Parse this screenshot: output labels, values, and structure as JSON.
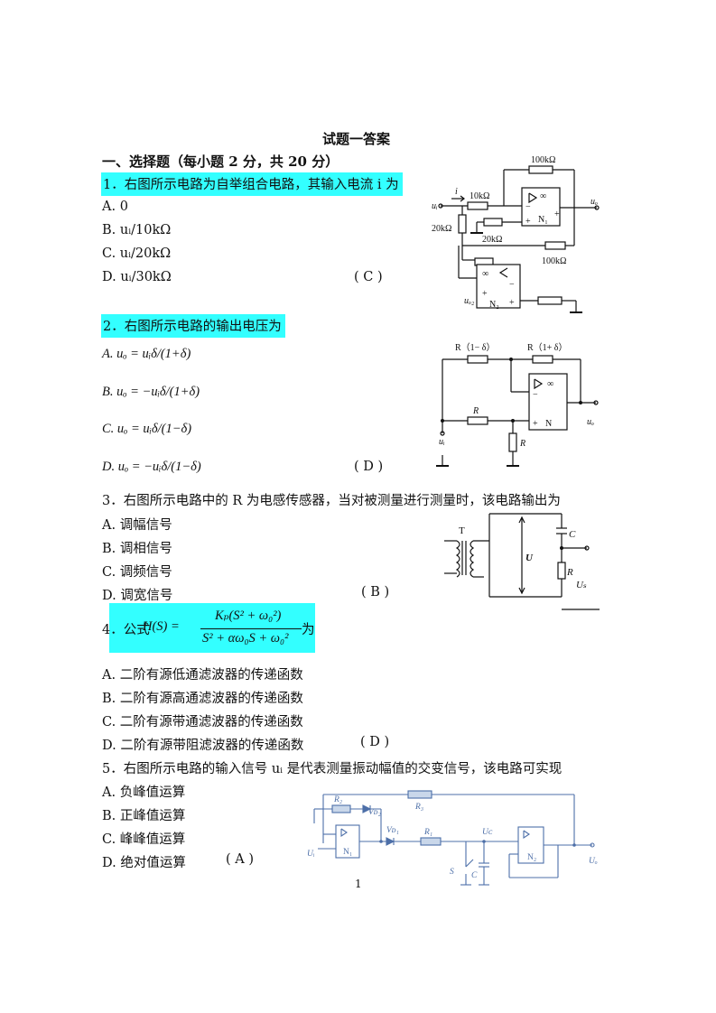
{
  "doc": {
    "title": "试题一答案",
    "section1": "一、选择题（每小题 2 分，共 20 分）",
    "page_number": "1"
  },
  "q1": {
    "stem": "1．右图所示电路为自举组合电路，其输入电流 i 为",
    "options": [
      "A.  0",
      "B.  uᵢ/10kΩ",
      "C.  uᵢ/20kΩ",
      "D.  uᵢ/30kΩ"
    ],
    "answer": "(    C    )",
    "fig": {
      "r_top": "100kΩ",
      "r_in": "10kΩ",
      "r_left": "20kΩ",
      "r_mid": "20kΩ",
      "r_bot": "100kΩ",
      "i": "i",
      "ui": "uᵢ",
      "uo": "uₒ",
      "uo2": "uₒ₂",
      "n1": "N₁",
      "n2": "N₂"
    }
  },
  "q2": {
    "stem": "2．右图所示电路的输出电压为",
    "options": [
      "A.  uₒ = uᵢδ/(1+δ)",
      "B.  uₒ = −uᵢδ/(1+δ)",
      "C.  uₒ = uᵢδ/(1−δ)",
      "D.  uₒ = −uᵢδ/(1−δ)"
    ],
    "answer": "(    D    )",
    "fig": {
      "r1": "R（1− δ）",
      "r2": "R（1+ δ）",
      "r3": "R",
      "r4": "R",
      "n": "N",
      "ui": "uᵢ",
      "uo": "uₒ"
    }
  },
  "q3": {
    "stem": "3．右图所示电路中的 R 为电感传感器，当对被测量进行测量时，该电路输出为",
    "options": [
      "A.  调幅信号",
      "B.  调相信号",
      "C.  调频信号",
      "D.  调宽信号"
    ],
    "answer": "(    B    )",
    "fig": {
      "t": "T",
      "u": "U",
      "c": "C",
      "r": "R",
      "us": "Uₛ"
    }
  },
  "q4": {
    "prefix": "4．公式",
    "lhs": "H(S) =",
    "numerator": "Kₚ(S² + ω₀²)",
    "denominator": "S² + αω₀S + ω₀²",
    "suffix": "为",
    "options": [
      "A.  二阶有源低通滤波器的传递函数",
      "B.  二阶有源高通滤波器的传递函数",
      "C.  二阶有源带通滤波器的传递函数",
      "D.  二阶有源带阻滤波器的传递函数"
    ],
    "answer": "(    D    )"
  },
  "q5": {
    "stem": "5．右图所示电路的输入信号 uᵢ 是代表测量振动幅值的交变信号，该电路可实现",
    "options": [
      "A.  负峰值运算",
      "B.  正峰值运算",
      "C.  峰峰值运算",
      "D.  绝对值运算"
    ],
    "answer": "(    A    )",
    "fig": {
      "r2": "R₂",
      "vd2": "Vᴅ₂",
      "r3": "R₃",
      "vd1": "Vᴅ₁",
      "r1": "R₁",
      "uc": "Uᴄ",
      "ui": "Uᵢ",
      "uo": "Uₒ",
      "s": "S",
      "c": "C",
      "n1": "N₁",
      "n2": "N₂"
    }
  },
  "colors": {
    "highlight": "#33ffff",
    "fig_blue": "#4d6fa8",
    "fig_fill": "#c9d7ea"
  }
}
